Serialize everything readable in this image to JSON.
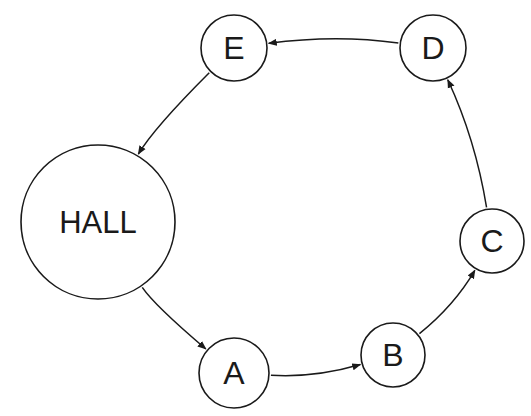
{
  "diagram": {
    "nodes": [
      {
        "text": [
          "HALL"
        ]
      },
      {
        "text": [
          "A"
        ]
      },
      {
        "text": [
          "B"
        ]
      },
      {
        "text": [
          "C"
        ]
      },
      {
        "text": [
          "D"
        ]
      },
      {
        "text": [
          "E"
        ]
      }
    ],
    "edges": [
      {
        "from": 0,
        "to": 1,
        "arrow": "to"
      },
      {
        "from": 1,
        "to": 2,
        "arrow": "to"
      },
      {
        "from": 2,
        "to": 3,
        "arrow": "to"
      },
      {
        "from": 3,
        "to": 4,
        "arrow": "to"
      },
      {
        "from": 4,
        "to": 5,
        "arrow": "to"
      },
      {
        "from": 5,
        "to": 0,
        "arrow": "to"
      }
    ]
  }
}
